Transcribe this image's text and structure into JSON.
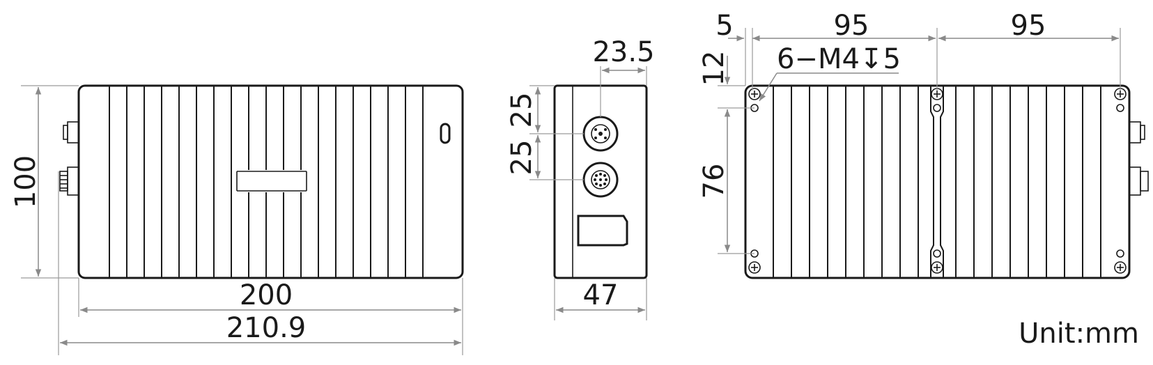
{
  "dimensions": {
    "front_width_inner": "200",
    "front_width_overall": "210.9",
    "front_height": "100",
    "side_width": "47",
    "side_connector_offset": "23.5",
    "side_conn_spacing_top": "25",
    "side_conn_spacing_bottom": "25",
    "back_edge_offset": "5",
    "back_spacing_left": "95",
    "back_spacing_right": "95",
    "back_top_offset": "12",
    "back_hole_spacing_vertical": "76",
    "back_thread_spec": "6−M4↧5"
  },
  "unit_label": "Unit:mm",
  "colors": {
    "outline": "#1a1a1a",
    "dimension": "#8a8a8a"
  }
}
